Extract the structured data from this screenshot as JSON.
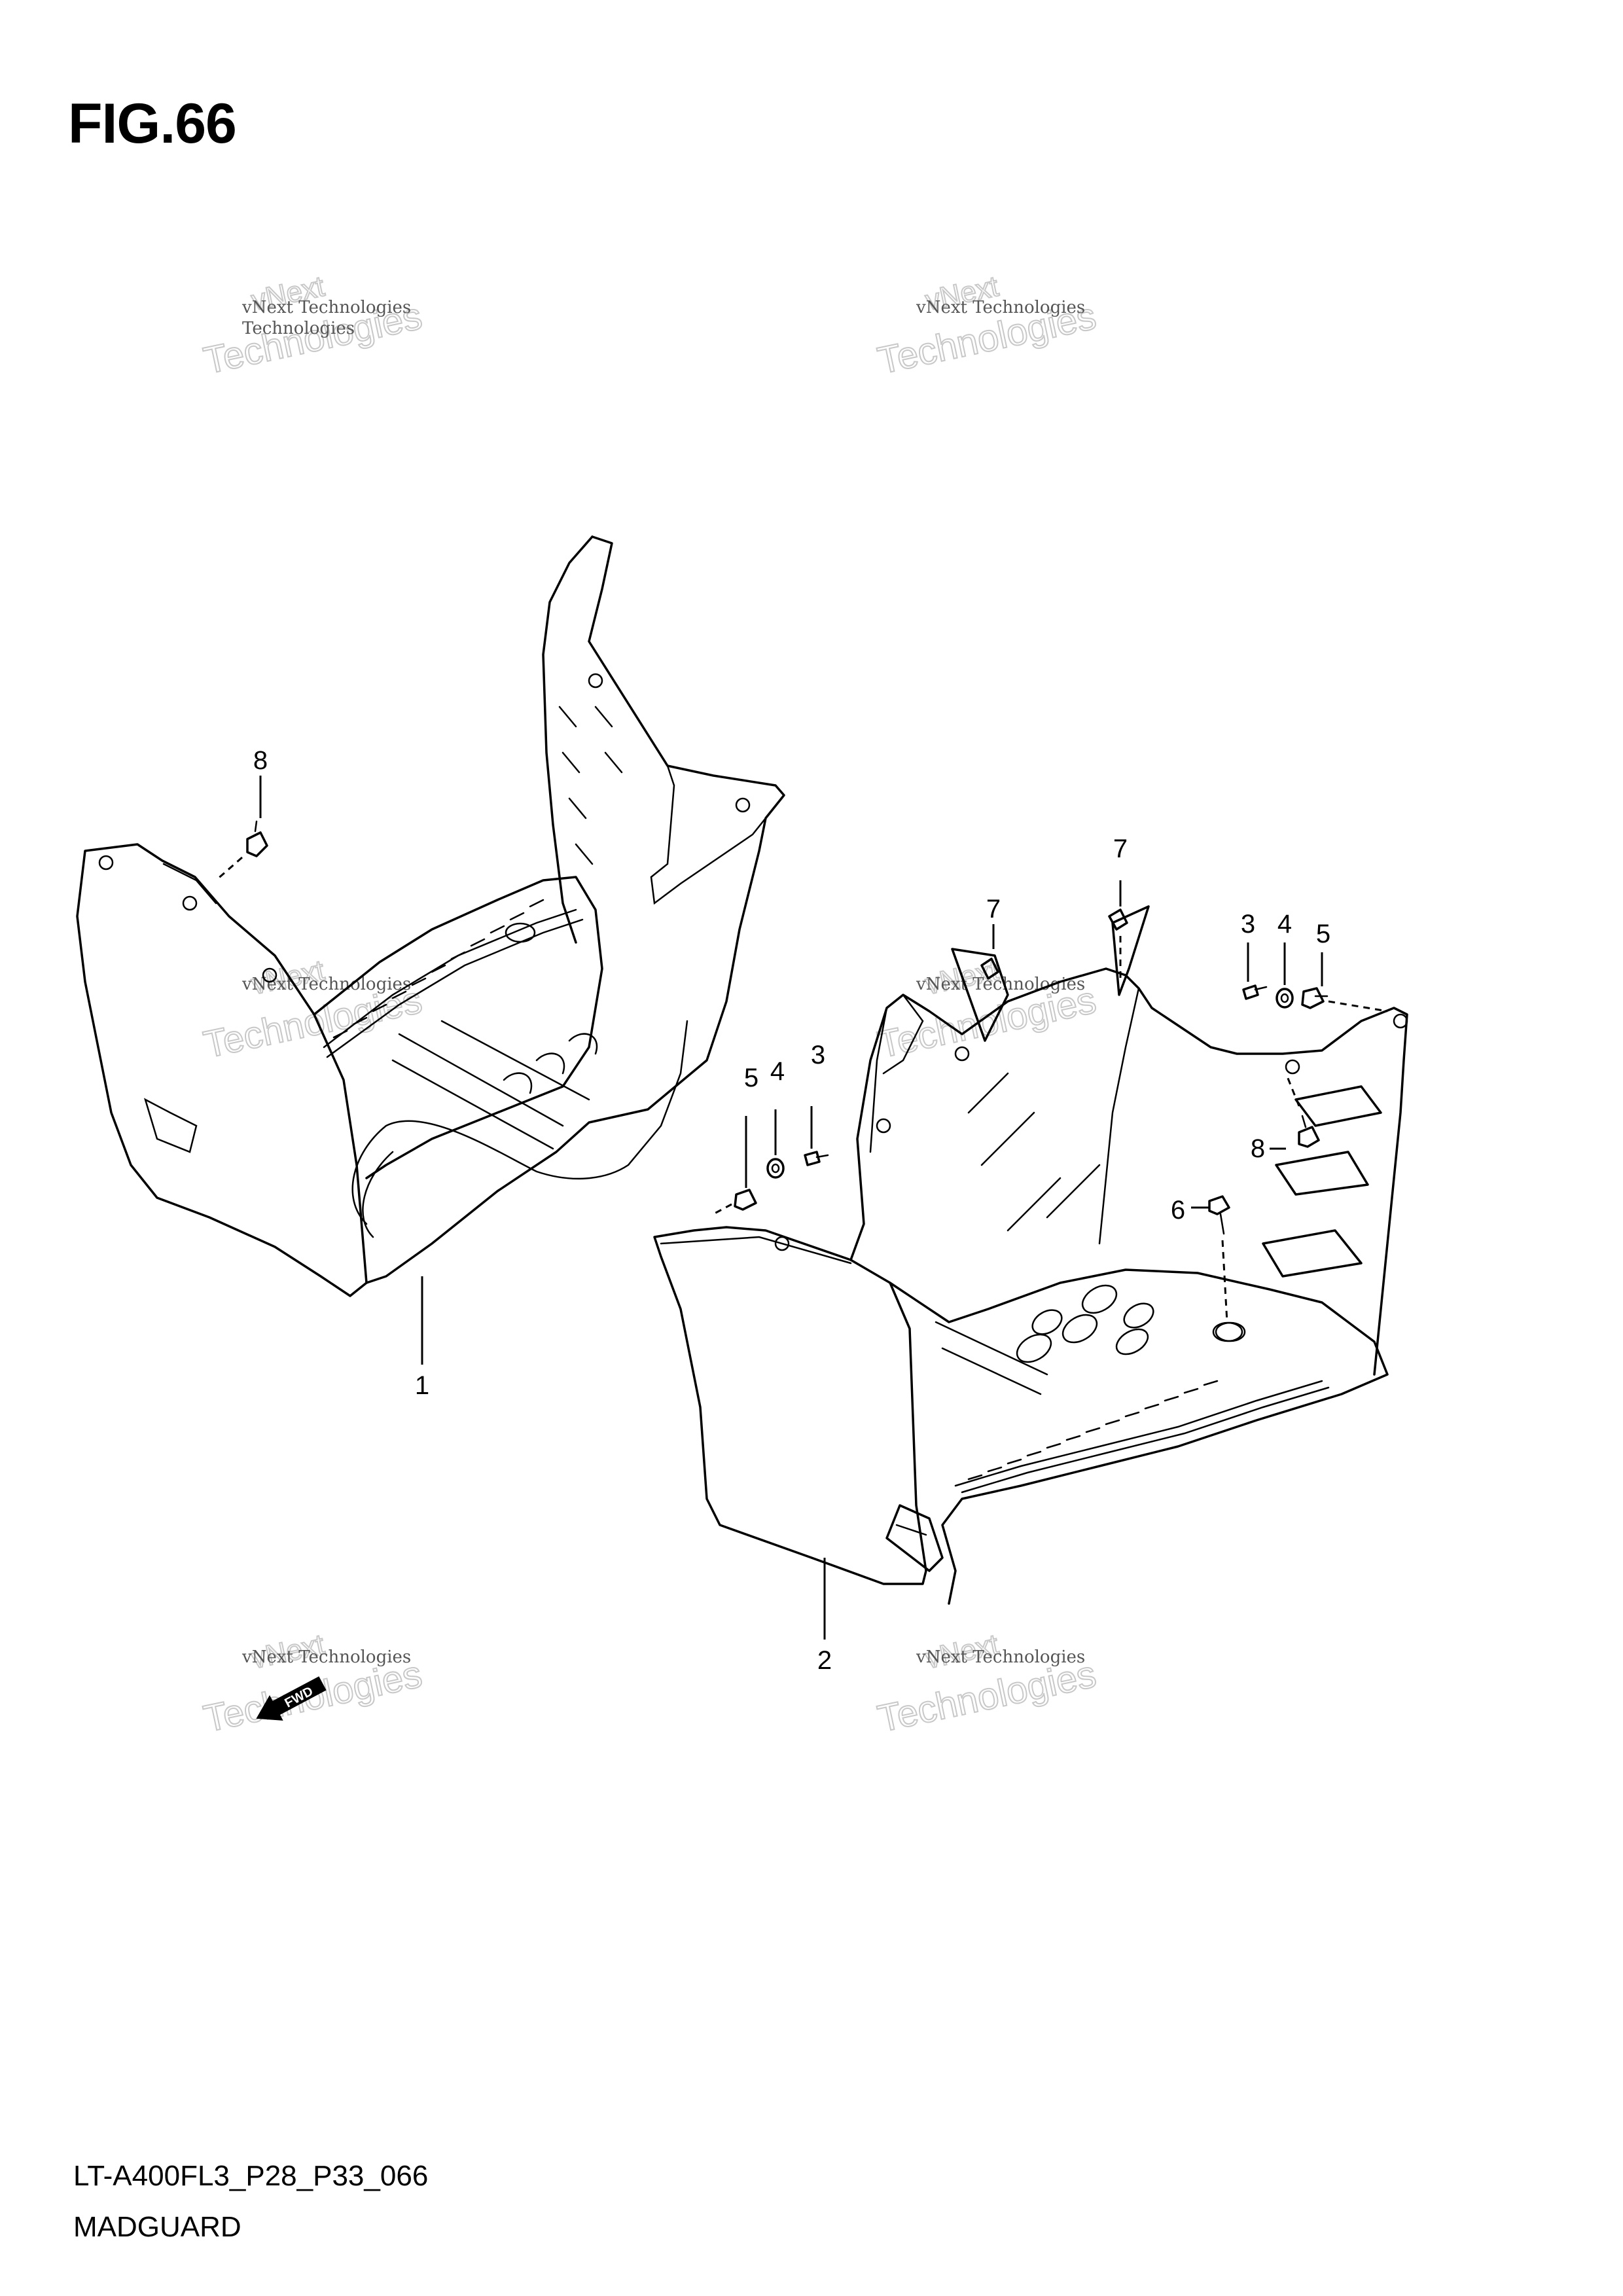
{
  "figure": {
    "title": "FIG.66",
    "code": "LT-A400FL3_P28_P33_066",
    "name": "MADGUARD"
  },
  "callouts": {
    "left_part": "1",
    "right_part": "2",
    "screw_right": "3",
    "washer_right": "4",
    "nut_right": "5",
    "screw_left": "3",
    "washer_left": "4",
    "nut_left": "5",
    "bolt": "6",
    "clip_a": "7",
    "clip_b": "7",
    "fastener_left": "8",
    "fastener_right": "8"
  },
  "watermark": {
    "line_small": "vNext Technologies",
    "line_big": "Technologies",
    "line_top": "vNext"
  },
  "direction_arrow": "FWD"
}
